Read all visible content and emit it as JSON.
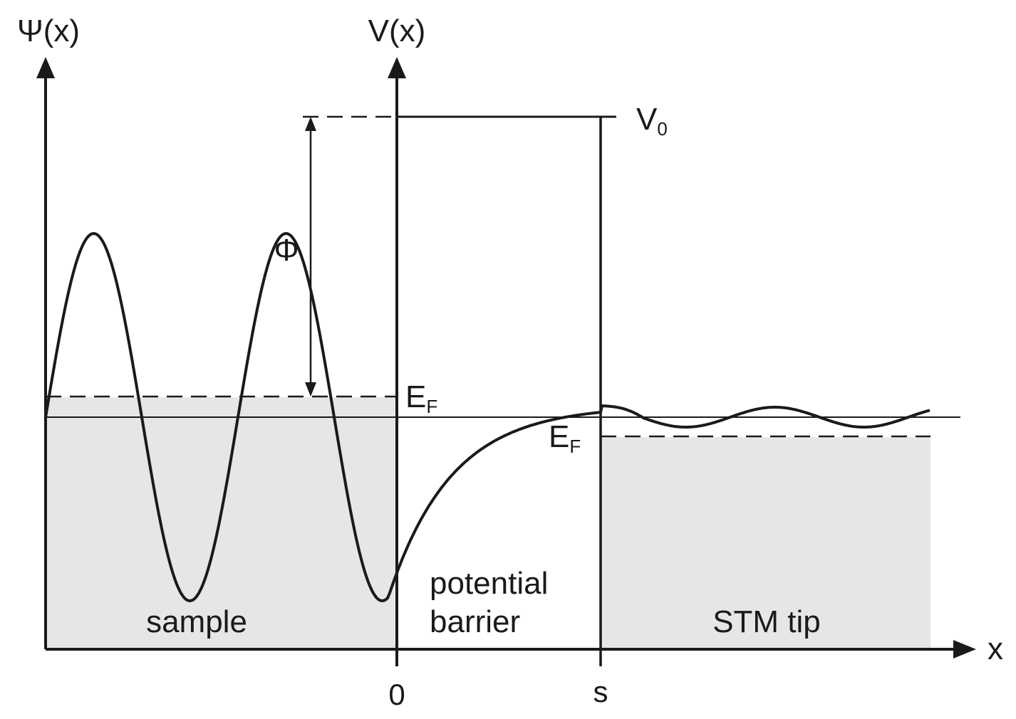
{
  "axis_labels": {
    "psi": "Ψ(x)",
    "potential": "V(x)",
    "x": "x"
  },
  "levels": {
    "v0_main": "V",
    "v0_sub": "0",
    "phi": "Φ",
    "ef_sample_main": "E",
    "ef_sample_sub": "F",
    "ef_tip_main": "E",
    "ef_tip_sub": "F"
  },
  "regions": {
    "sample": "sample",
    "barrier_line1": "potential",
    "barrier_line2": "barrier",
    "tip": "STM tip"
  },
  "ticks": {
    "origin": "0",
    "barrier_width": "s"
  },
  "colors": {
    "line": "#1a1a1a",
    "fill": "#e6e6e6"
  }
}
